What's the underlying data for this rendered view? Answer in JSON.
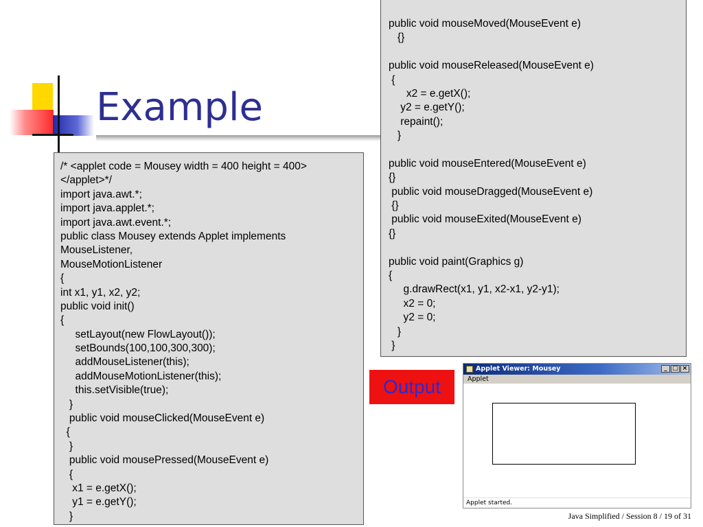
{
  "slide": {
    "title": "Example",
    "footer": "Java Simplified / Session 8 / 19 of 31",
    "output_label": "Output"
  },
  "code_left": [
    "/* <applet code = Mousey width = 400 height = 400>",
    "</applet>*/",
    "import java.awt.*;",
    "import java.applet.*;",
    "import java.awt.event.*;",
    "public class Mousey extends Applet implements",
    "MouseListener,",
    "MouseMotionListener",
    "{",
    "int x1, y1, x2, y2;",
    "public void init()",
    "{",
    "     setLayout(new FlowLayout());",
    "     setBounds(100,100,300,300);",
    "     addMouseListener(this);",
    "     addMouseMotionListener(this);",
    "     this.setVisible(true);",
    "   }",
    "   public void mouseClicked(MouseEvent e)",
    "  {",
    "   }",
    "   public void mousePressed(MouseEvent e)",
    "   {",
    "    x1 = e.getX();",
    "    y1 = e.getY();",
    "   }"
  ],
  "code_right": [
    "public void mouseMoved(MouseEvent e)",
    "   {}",
    "",
    "public void mouseReleased(MouseEvent e)",
    " {",
    "      x2 = e.getX();",
    "    y2 = e.getY();",
    "    repaint();",
    "   }",
    "",
    "public void mouseEntered(MouseEvent e)",
    "{}",
    " public void mouseDragged(MouseEvent e)",
    " {}",
    " public void mouseExited(MouseEvent e)",
    "{}",
    "",
    "public void paint(Graphics g)",
    "{",
    "     g.drawRect(x1, y1, x2-x1, y2-y1);",
    "     x2 = 0;",
    "     y2 = 0;",
    "   }",
    " }"
  ],
  "applet_window": {
    "title": "Applet Viewer: Mousey",
    "menu": "Applet",
    "status": "Applet started.",
    "minimize_icon": "minimize-icon",
    "maximize_icon": "maximize-icon",
    "close_icon": "close-icon"
  }
}
